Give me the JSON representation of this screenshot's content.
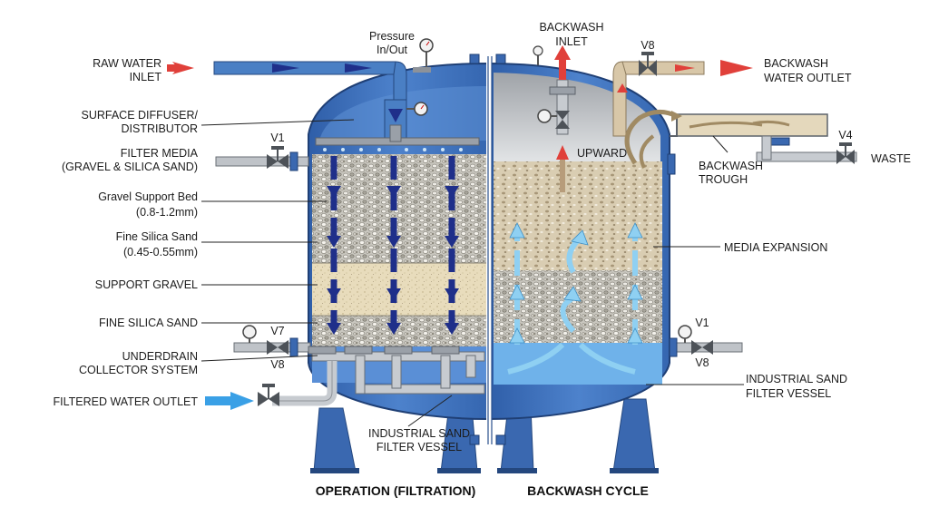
{
  "labels": {
    "raw_water_inlet": [
      "RAW WATER",
      "INLET"
    ],
    "surface_diffuser": [
      "SURFACE DIFFUSER/",
      "DISTRIBUTOR"
    ],
    "filter_media": [
      "FILTER MEDIA",
      "(GRAVEL & SILICA SAND)"
    ],
    "gravel_support_bed": [
      "Gravel Support Bed",
      "(0.8-1.2mm)"
    ],
    "fine_silica_sand_size": [
      "Fine Silica Sand",
      "(0.45-0.55mm)"
    ],
    "support_gravel": "SUPPORT GRAVEL",
    "fine_silica_sand": "FINE SILICA SAND",
    "underdrain": [
      "UNDERDRAIN",
      "COLLECTOR SYSTEM"
    ],
    "filtered_water_outlet": "FILTERED WATER OUTLET",
    "vessel_left": [
      "INDUSTRIAL SAND",
      "FILTER VESSEL"
    ],
    "pressure_in_out": [
      "Pressure",
      "In/Out"
    ],
    "backwash_inlet": [
      "BACKWASH",
      "INLET"
    ],
    "backwash_water_outlet": [
      "BACKWASH",
      "WATER OUTLET"
    ],
    "backwash_trough": [
      "BACKWASH",
      "TROUGH"
    ],
    "upward": "UPWARD",
    "waste": "WASTE",
    "media_expansion": "MEDIA EXPANSION",
    "vessel_right": [
      "INDUSTRIAL SAND",
      "FILTER VESSEL"
    ]
  },
  "valves": {
    "left_top": "V1",
    "left_bottom_a": "V7",
    "left_bottom_b": "V8",
    "right_top": "V8",
    "right_waste": "V4",
    "right_bottom_a": "V1",
    "right_bottom_b": "V8"
  },
  "titles": {
    "left": "OPERATION (FILTRATION)",
    "right": "BACKWASH CYCLE"
  },
  "colors": {
    "vessel_blue": "#3e6fb8",
    "pipe_blue": "#4a7fc4",
    "flow_arrow_dark": "#1f2f8a",
    "flow_arrow_light": "#8fd0f2",
    "inlet_arrow_red": "#e0403a",
    "outlet_arrow_blue": "#3aa0e6"
  }
}
